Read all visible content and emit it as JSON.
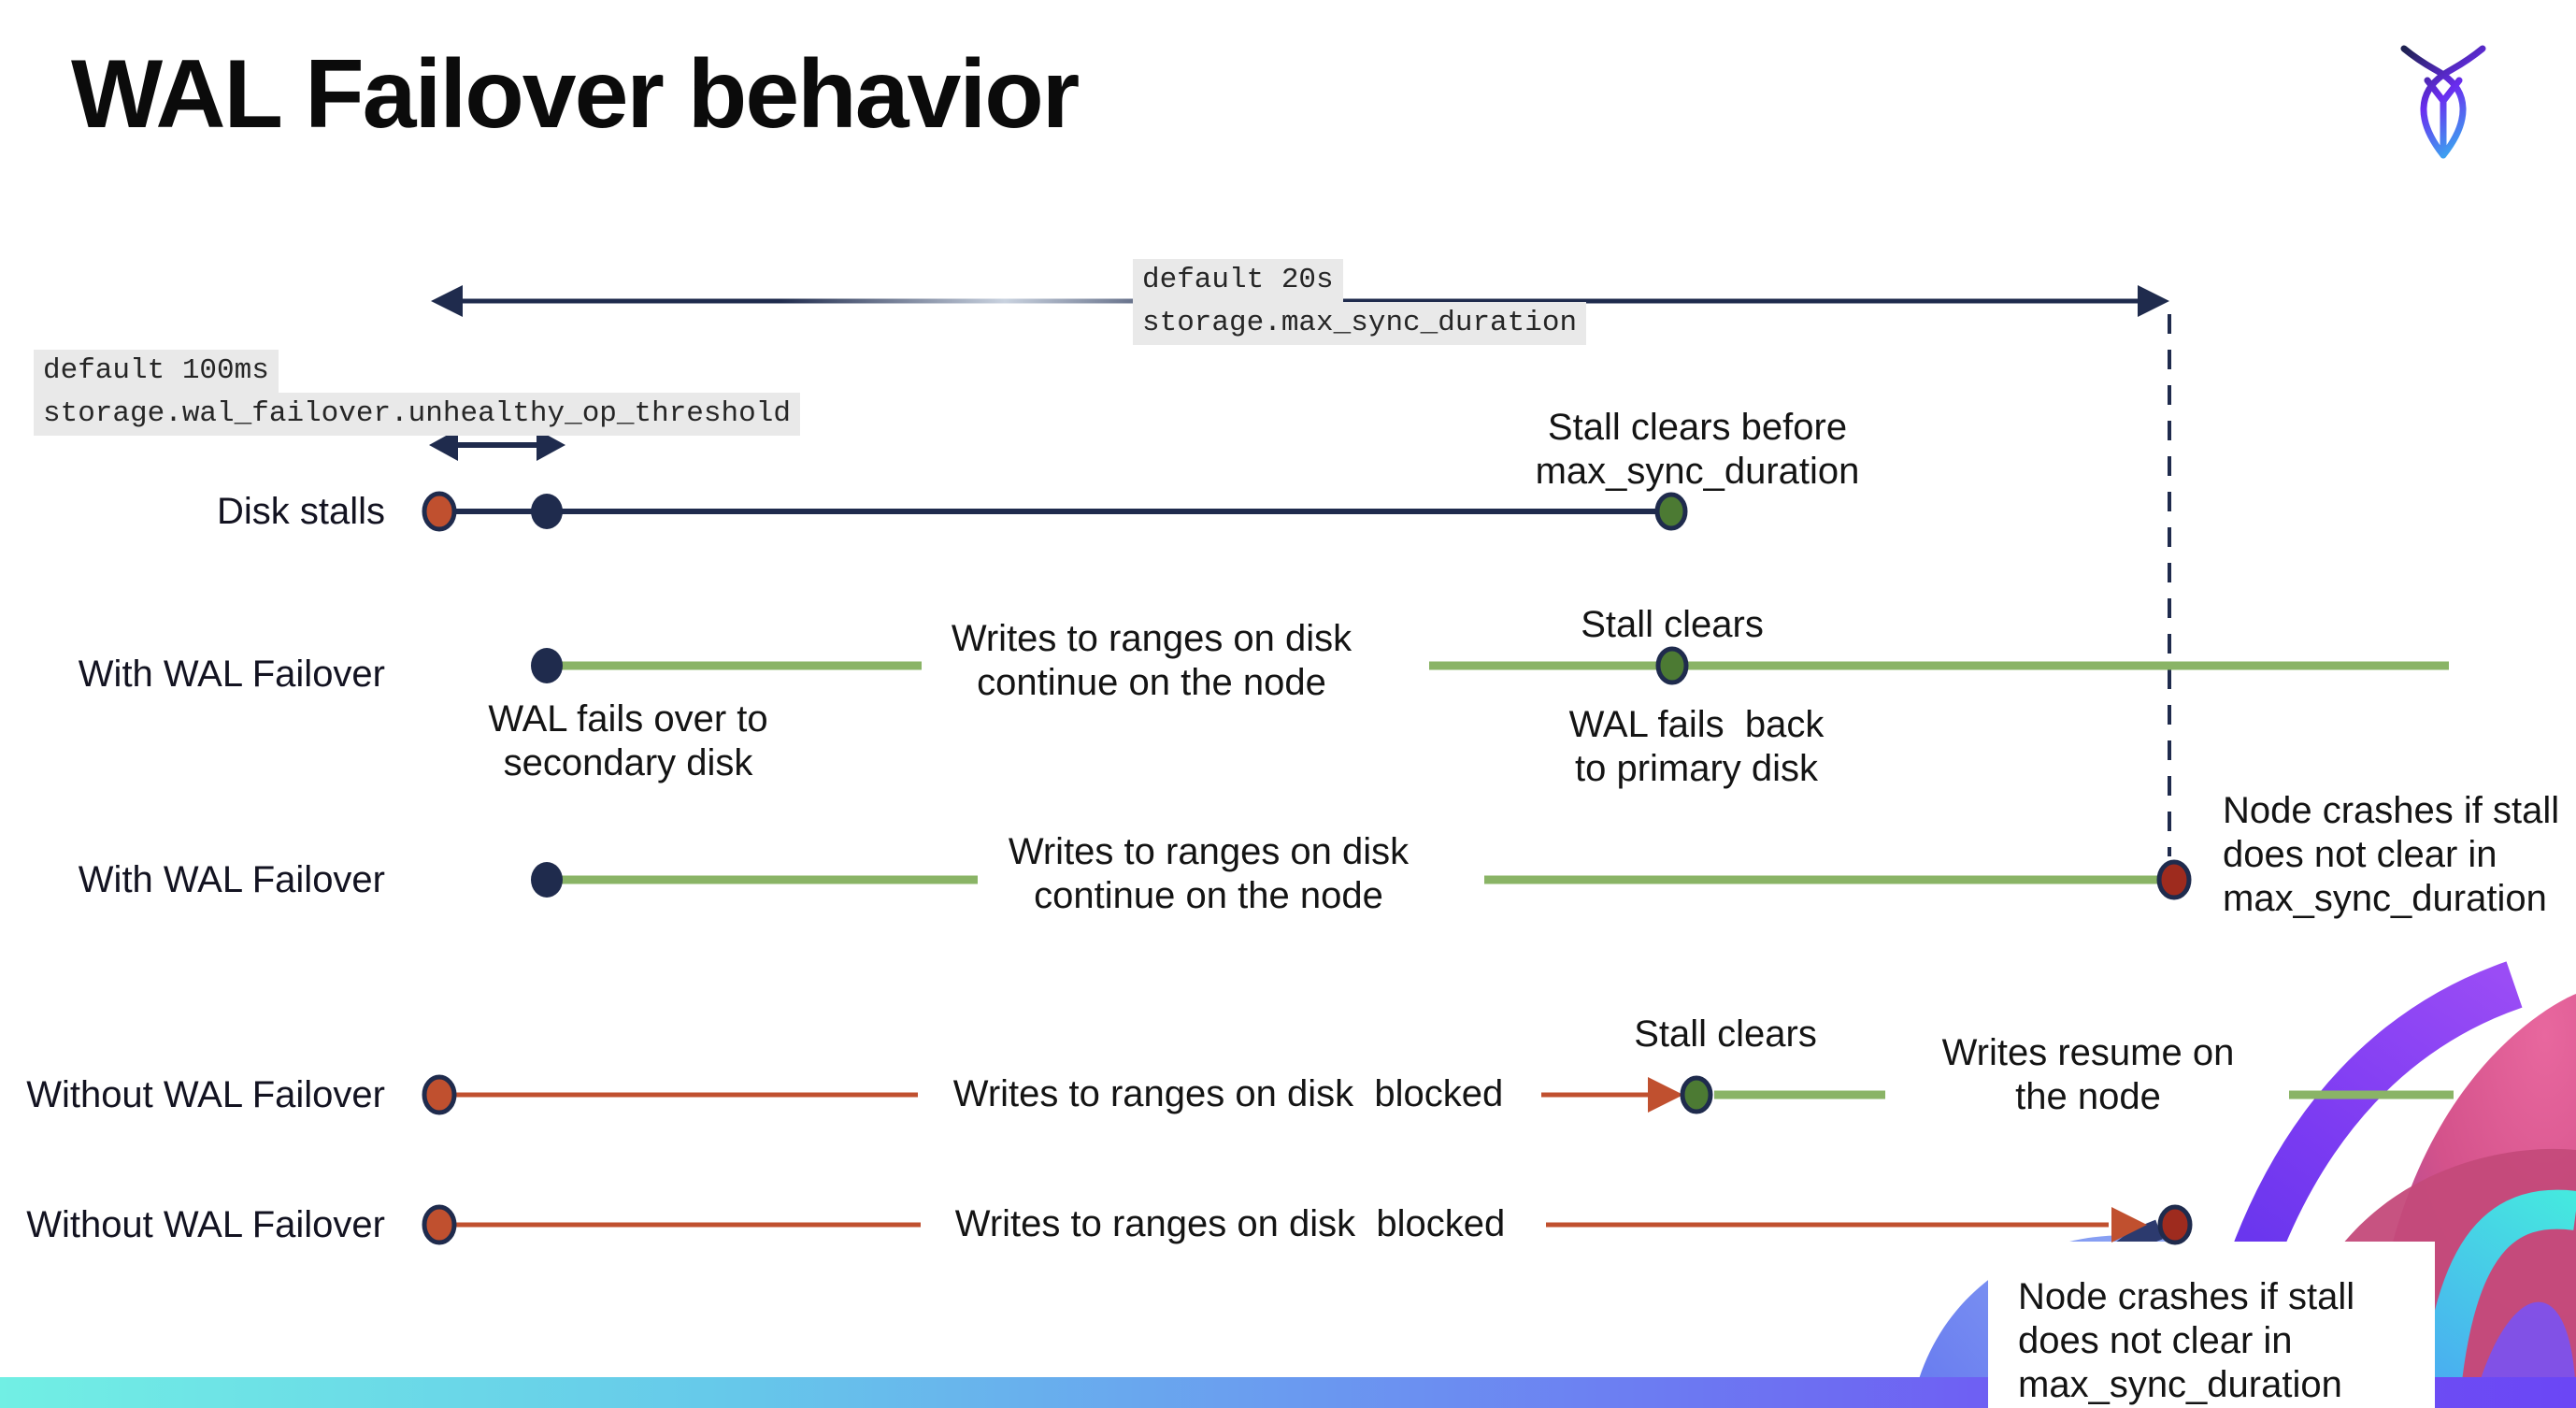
{
  "title": "WAL Failover behavior",
  "logo": {
    "name": "cockroachdb-logo"
  },
  "config_labels": {
    "max_sync_default": "default 20s",
    "max_sync_setting": "storage.max_sync_duration",
    "threshold_default": "default 100ms",
    "threshold_setting": "storage.wal_failover.unhealthy_op_threshold"
  },
  "rows": [
    {
      "label": "Disk stalls"
    },
    {
      "label": "With WAL Failover"
    },
    {
      "label": "With WAL Failover"
    },
    {
      "label": "Without WAL Failover"
    },
    {
      "label": "Without WAL Failover"
    }
  ],
  "annotations": {
    "stall_clears_before": [
      "Stall clears before",
      "max_sync_duration"
    ],
    "writes_continue_1": [
      "Writes to ranges on disk",
      "continue on the node"
    ],
    "wal_fails_over": [
      "WAL fails over to",
      "secondary disk"
    ],
    "stall_clears_1": "Stall clears",
    "wal_fails_back": [
      "WAL fails  back",
      "to primary disk"
    ],
    "writes_continue_2": [
      "Writes to ranges on disk",
      "continue on the node"
    ],
    "node_crashes_1": [
      "Node crashes if stall",
      "does not clear in",
      "max_sync_duration"
    ],
    "writes_blocked_1": "Writes to ranges on disk  blocked",
    "stall_clears_2": "Stall clears",
    "writes_resume": [
      "Writes resume on",
      "the node"
    ],
    "writes_blocked_2": "Writes to ranges on disk  blocked",
    "node_crashes_2": [
      "Node crashes if stall",
      "does not clear in",
      "max_sync_duration"
    ]
  },
  "colors": {
    "navy": "#1f2b4d",
    "green-line": "#8ab466",
    "green-dot": "#4c7a33",
    "red": "#c0502f",
    "dark-red": "#9e2b1e",
    "label-bg": "#e9e9e9",
    "text": "#141414",
    "bar-start": "#71efe4",
    "bar-end": "#6b46f5"
  }
}
